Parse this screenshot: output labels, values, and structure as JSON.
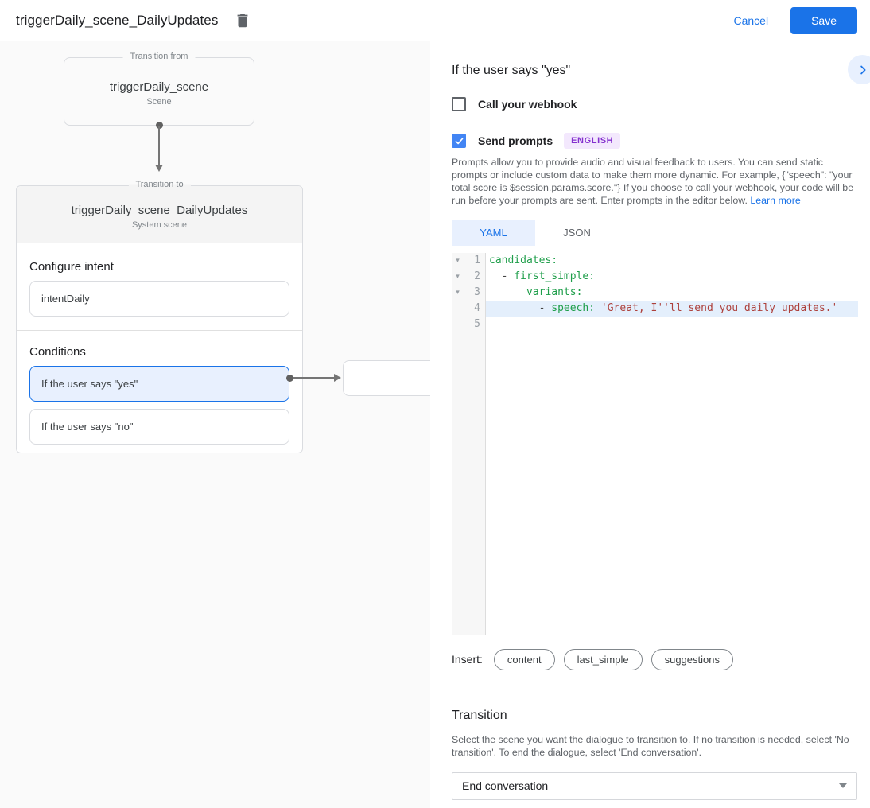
{
  "topbar": {
    "title": "triggerDaily_scene_DailyUpdates",
    "cancel_label": "Cancel",
    "save_label": "Save"
  },
  "flow": {
    "from": {
      "legend": "Transition from",
      "title": "triggerDaily_scene",
      "subtitle": "Scene"
    },
    "to": {
      "legend": "Transition to",
      "title": "triggerDaily_scene_DailyUpdates",
      "subtitle": "System scene"
    },
    "configure_intent": {
      "label": "Configure intent",
      "value": "intentDaily"
    },
    "conditions": {
      "label": "Conditions",
      "items": [
        "If the user says \"yes\"",
        "If the user says \"no\""
      ]
    }
  },
  "detail": {
    "title": "If the user says \"yes\"",
    "webhook": {
      "label": "Call your webhook",
      "checked": false
    },
    "prompts": {
      "label": "Send prompts",
      "checked": true,
      "language_badge": "ENGLISH"
    },
    "description": "Prompts allow you to provide audio and visual feedback to users. You can send static prompts or include custom data to make them more dynamic. For example, {\"speech\": \"your total score is $session.params.score.\"} If you choose to call your webhook, your code will be run before your prompts are sent. Enter prompts in the editor below. ",
    "learn_more_label": "Learn more",
    "tabs": [
      {
        "label": "YAML",
        "active": true
      },
      {
        "label": "JSON",
        "active": false
      }
    ],
    "editor": {
      "lines": [
        {
          "num": "1",
          "tokens": [
            {
              "t": "key",
              "v": "candidates:"
            }
          ]
        },
        {
          "num": "2",
          "tokens": [
            {
              "t": "plain",
              "v": "  - "
            },
            {
              "t": "key",
              "v": "first_simple:"
            }
          ]
        },
        {
          "num": "3",
          "tokens": [
            {
              "t": "plain",
              "v": "      "
            },
            {
              "t": "key",
              "v": "variants:"
            }
          ]
        },
        {
          "num": "4",
          "highlight": true,
          "tokens": [
            {
              "t": "plain",
              "v": "        - "
            },
            {
              "t": "key",
              "v": "speech:"
            },
            {
              "t": "plain",
              "v": " "
            },
            {
              "t": "str",
              "v": "'Great, I''ll send you daily updates.'"
            }
          ]
        },
        {
          "num": "5",
          "tokens": []
        }
      ]
    },
    "insert": {
      "label": "Insert:",
      "chips": [
        "content",
        "last_simple",
        "suggestions"
      ]
    },
    "transition": {
      "title": "Transition",
      "description": "Select the scene you want the dialogue to transition to. If no transition is needed, select 'No transition'. To end the dialogue, select 'End conversation'.",
      "selected_option": "End conversation"
    }
  },
  "icons": {
    "fold": "▾"
  },
  "colors": {
    "accent": "#1a73e8",
    "checkbox_checked": "#4285f4",
    "condition_selected_bg": "#e8f0fe",
    "condition_selected_border": "#1a73e8",
    "badge_text": "#8430ce",
    "badge_bg": "#f3e8fd",
    "code_key": "#1e9e4a",
    "code_string": "#ad403b",
    "line_highlight": "#e4effc"
  }
}
